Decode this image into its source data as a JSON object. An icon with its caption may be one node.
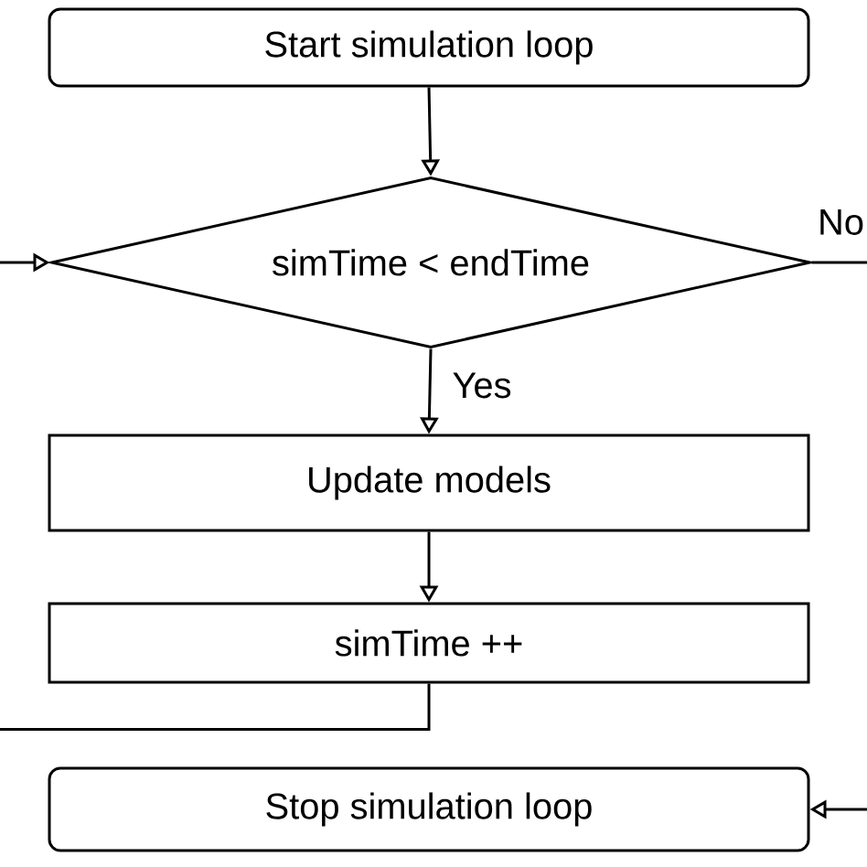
{
  "diagram": {
    "nodes": [
      {
        "text": [
          "Start simulation loop"
        ]
      },
      {
        "text": [
          "simTime < endTime"
        ]
      },
      {
        "text": [
          "Update models"
        ]
      },
      {
        "text": [
          "simTime ++"
        ]
      },
      {
        "text": [
          "Stop simulation loop"
        ]
      }
    ],
    "edges": [
      {
        "from": 0,
        "to": 1,
        "arrow": "to"
      },
      {
        "from": 1,
        "to": 2,
        "arrow": "to",
        "label": "Yes"
      },
      {
        "from": 2,
        "to": 3,
        "arrow": "to"
      },
      {
        "from": 3,
        "to": 1,
        "arrow": "to"
      },
      {
        "from": 1,
        "to": 4,
        "arrow": "to",
        "label": "No"
      }
    ]
  }
}
